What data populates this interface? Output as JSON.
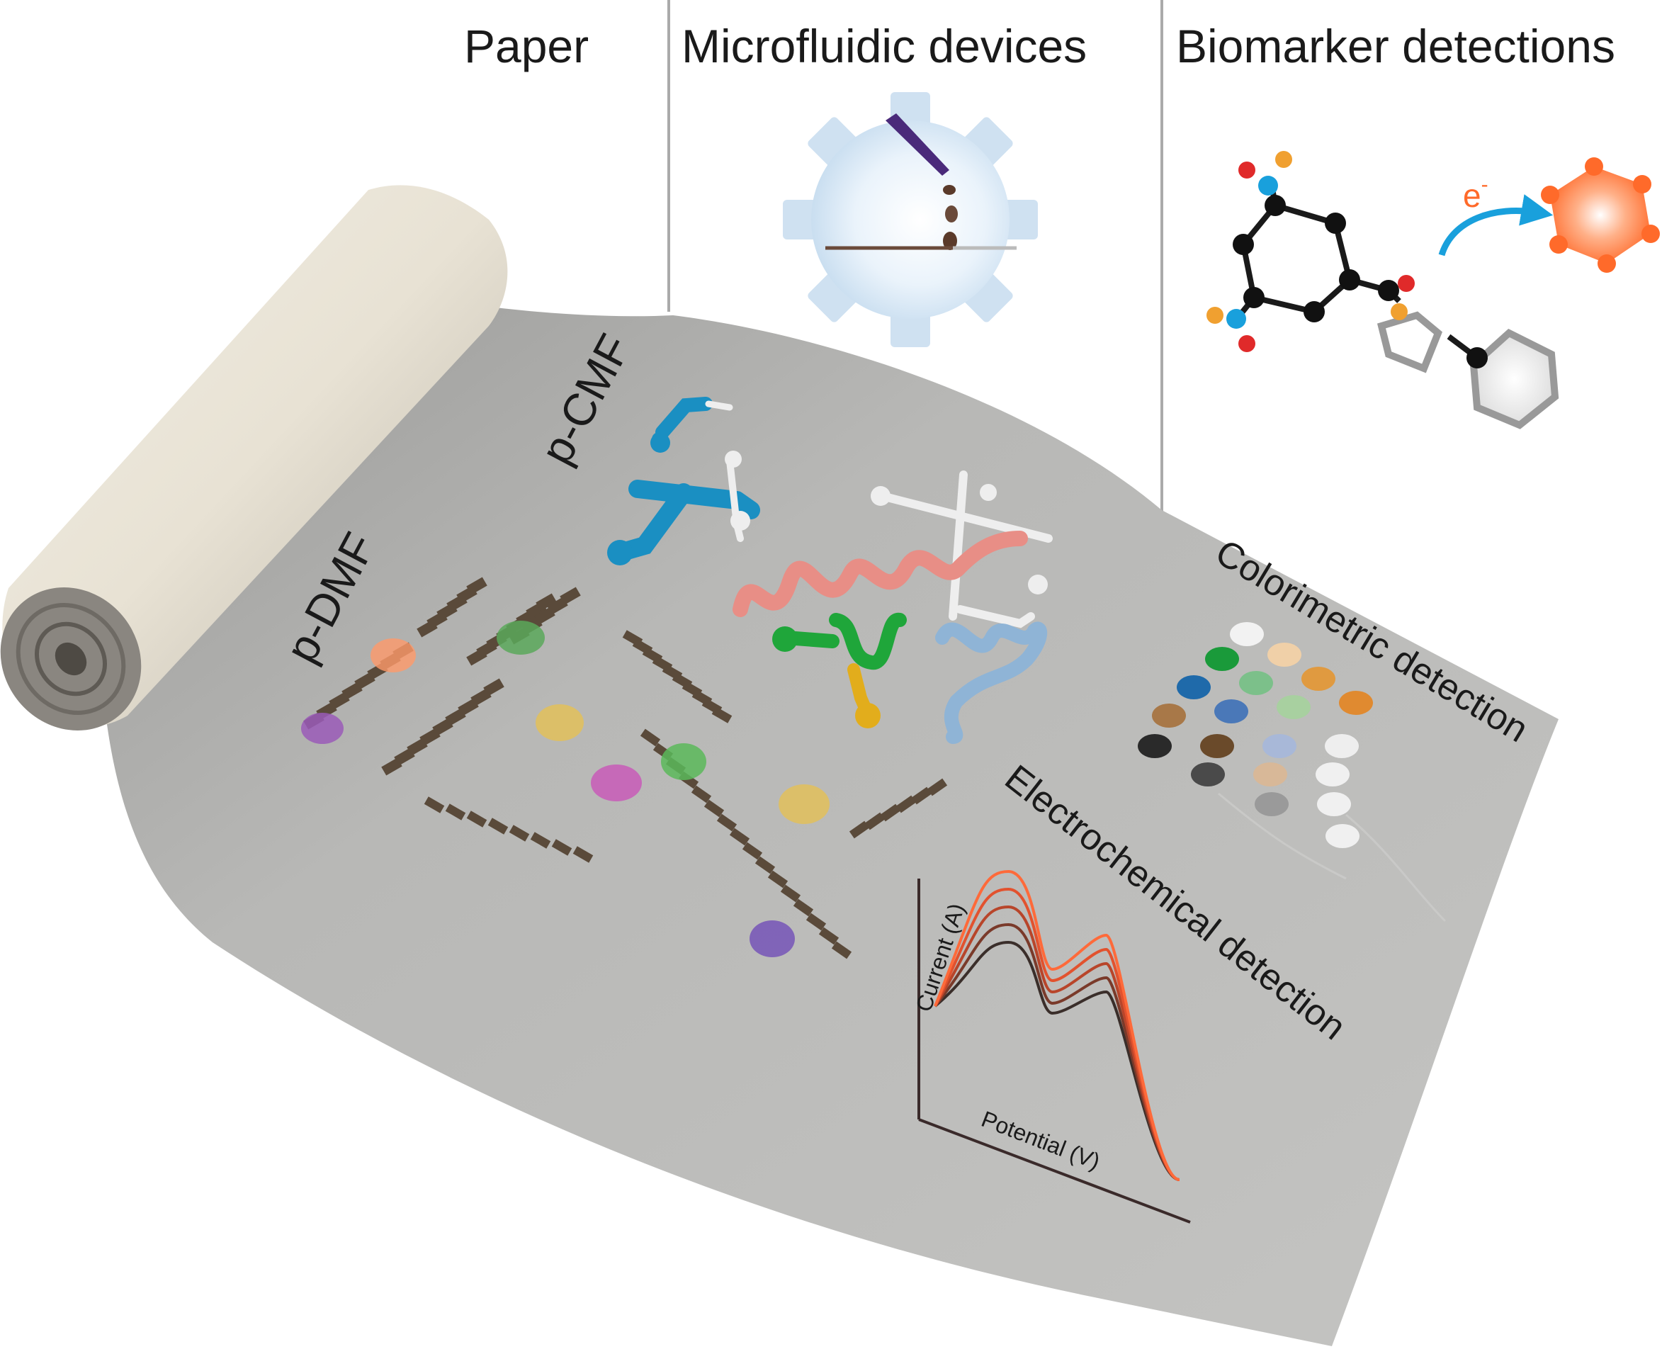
{
  "headers": {
    "paper": "Paper",
    "microfluidic": "Microfluidic devices",
    "biomarker": "Biomarker detections"
  },
  "labels": {
    "p_dmf": "p-DMF",
    "p_cmf": "p-CMF",
    "colorimetric": "Colorimetric detection",
    "electrochemical": "Electrochemical detection",
    "electron": "e",
    "electron_sup": "-"
  },
  "chart_data": {
    "type": "line",
    "title": "",
    "xlabel": "Potential (V)",
    "ylabel": "Current (A)",
    "series": [
      {
        "values": [
          0.3,
          0.75,
          0.45,
          0.7,
          0.0
        ]
      },
      {
        "values": [
          0.3,
          0.85,
          0.52,
          0.8,
          0.0
        ]
      },
      {
        "values": [
          0.3,
          0.95,
          0.6,
          0.9,
          0.0
        ]
      },
      {
        "values": [
          0.3,
          1.05,
          0.68,
          1.0,
          0.0
        ]
      },
      {
        "values": [
          0.3,
          1.15,
          0.76,
          1.1,
          0.0
        ]
      }
    ],
    "colors": [
      "#3a2e2a",
      "#7a3a2a",
      "#b8452a",
      "#e2522e",
      "#ff6a3a"
    ]
  },
  "colors": {
    "paper": "#b9b9b7",
    "electrode": "#5a4a3a",
    "blue_channel": "#1a8fc2",
    "pink_channel": "#e88e86",
    "green_channel": "#1fa63a",
    "yellow_channel": "#e2ad1c",
    "light_blue_channel": "#8fb4d6",
    "accent_orange": "#ff6a2a",
    "arrow_blue": "#19a0dc"
  },
  "swatches": [
    [
      "#f2f2f2"
    ],
    [
      "#1a9a3a",
      "#f0d0a8"
    ],
    [
      "#1f6aaa",
      "#7cc08a",
      "#e09a40"
    ],
    [
      "#a87848",
      "#4a78b8",
      "#a8d0a0",
      "#e08a30"
    ],
    [
      "#2a2a2a",
      "#6a4a2a",
      "#a8b8d8",
      "#eeeeee"
    ],
    [
      "#4a4a4a",
      "#d8b898",
      "#f0f0f0"
    ],
    [
      "#9a9a9a",
      "#f0f0f0"
    ],
    [
      "#f0f0f0"
    ]
  ]
}
